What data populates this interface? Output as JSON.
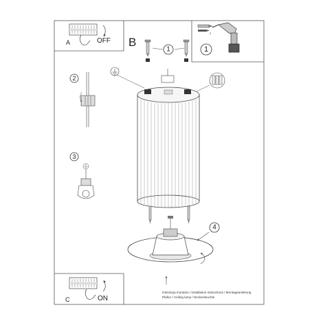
{
  "panel_a": {
    "letter": "A",
    "state": "OFF"
  },
  "panel_c": {
    "letter": "C",
    "state": "ON"
  },
  "main": {
    "letter": "B"
  },
  "steps": {
    "s1": "1",
    "s2": "2",
    "s3": "3",
    "s4": "4",
    "tools_step": "1"
  },
  "footer": {
    "line1": "Instrukcja montażu / Installation instructions / Montageanleitung",
    "line2": "Plafon / Ceiling lamp / Deckenleuchte"
  }
}
